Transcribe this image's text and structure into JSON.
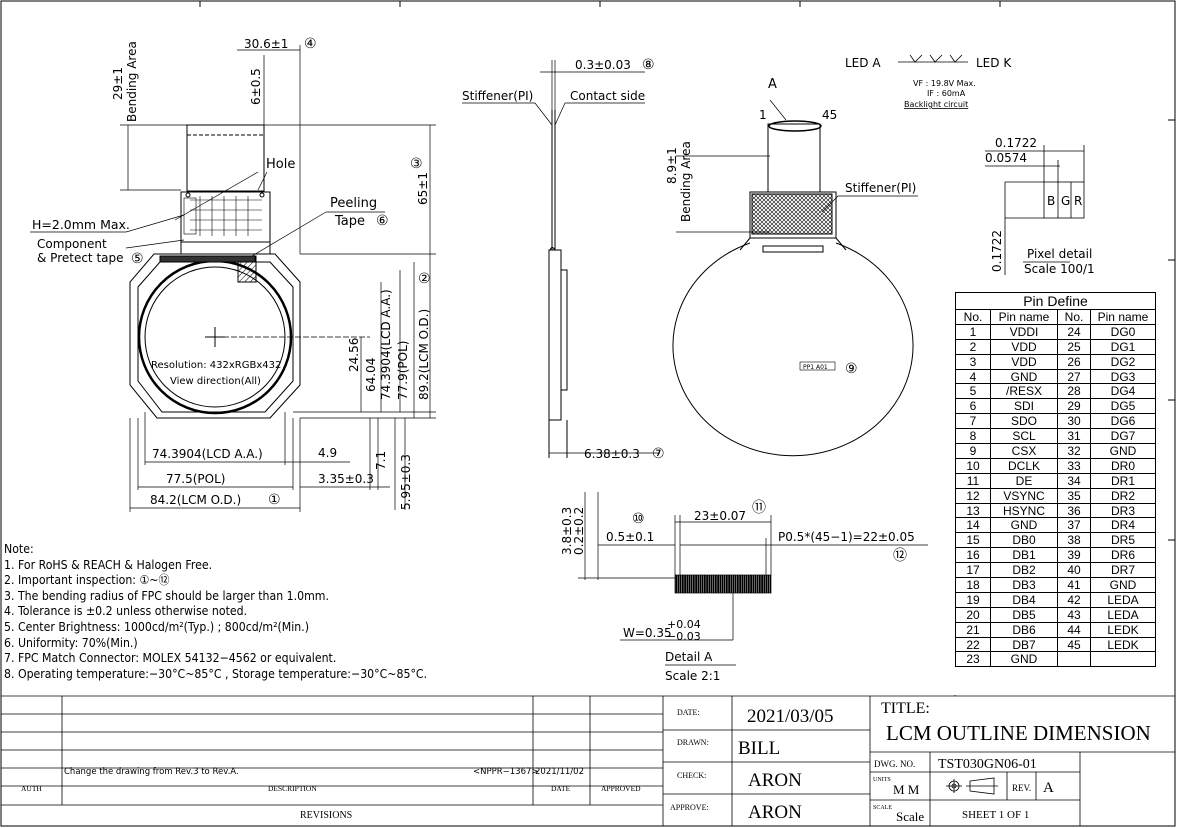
{
  "view1": {
    "dim_width_top": "30.6±1",
    "dim_width_top_ref": "④",
    "dim_bend": "29±1",
    "dim_bend_label": "Bending Area",
    "dim_fpc_offset": "6±0.5",
    "label_hole": "Hole",
    "dim_fpc_len": "65±1",
    "dim_fpc_len_ref": "③",
    "label_peeling_1": "Peeling",
    "label_peeling_2": "Tape",
    "label_peeling_ref": "⑥",
    "label_h": "H=2.0mm Max.",
    "label_component_1": "Component",
    "label_component_2": "& Pretect tape",
    "label_component_ref": "⑤",
    "resolution": "Resolution: 432xRGBx432",
    "view_direction": "View direction(All)",
    "dim_v_2456": "24.56",
    "dim_v_6404": "64.04",
    "dim_v_lcdaa": "74.3904(LCD A.A.)",
    "dim_v_pol": "77.9(POL)",
    "dim_v_lcmod": "89.2(LCM O.D.)",
    "dim_v_lcmod_ref": "②",
    "dim_h_lcdaa": "74.3904(LCD A.A.)",
    "dim_h_49": "4.9",
    "dim_h_71": "7.1",
    "dim_h_pol": "77.5(POL)",
    "dim_h_335": "3.35±0.3",
    "dim_h_595": "5.95±0.3",
    "dim_h_lcmod": "84.2(LCM O.D.)",
    "dim_h_lcmod_ref": "①"
  },
  "view2": {
    "dim_thick": "0.3±0.03",
    "dim_thick_ref": "⑧",
    "label_stiffener": "Stiffener(PI)",
    "label_contact": "Contact side",
    "dim_total": "6.38±0.3",
    "dim_total_ref": "⑦"
  },
  "view3": {
    "label_a": "A",
    "pin_1": "1",
    "pin_45": "45",
    "dim_bend": "8.9±1",
    "label_bend": "Bending Area",
    "label_stiffener": "Stiffener(PI)",
    "label_ref9": "⑨",
    "label_sticker": "PP1 A01"
  },
  "led": {
    "label": "LED A",
    "label_k": "LED K",
    "vf": "VF : 19.8V Max.",
    "if": "IF : 60mA",
    "circuit": "Backlight circuit"
  },
  "pixel": {
    "dim_w1": "0.1722",
    "dim_w2": "0.0574",
    "dim_h": "0.1722",
    "sub": [
      "B",
      "G",
      "R"
    ],
    "label": "Pixel detail",
    "scale": "Scale 100/1"
  },
  "detail_a": {
    "dim_38": "3.8±0.3",
    "dim_02": "0.2±0.2",
    "dim_05": "0.5±0.1",
    "ref10": "⑩",
    "dim_23": "23±0.07",
    "ref11": "⑪",
    "dim_pitch": "P0.5*(45−1)=22±0.05",
    "ref12": "⑫",
    "w_label": "W=0.35",
    "w_plus": "+0.04",
    "w_minus": "−0.03",
    "title": "Detail A",
    "scale": "Scale 2:1"
  },
  "pin_define": {
    "title": "Pin Define",
    "headers": [
      "No.",
      "Pin name",
      "No.",
      "Pin name"
    ],
    "rows": [
      [
        "1",
        "VDDI",
        "24",
        "DG0"
      ],
      [
        "2",
        "VDD",
        "25",
        "DG1"
      ],
      [
        "3",
        "VDD",
        "26",
        "DG2"
      ],
      [
        "4",
        "GND",
        "27",
        "DG3"
      ],
      [
        "5",
        "/RESX",
        "28",
        "DG4"
      ],
      [
        "6",
        "SDI",
        "29",
        "DG5"
      ],
      [
        "7",
        "SDO",
        "30",
        "DG6"
      ],
      [
        "8",
        "SCL",
        "31",
        "DG7"
      ],
      [
        "9",
        "CSX",
        "32",
        "GND"
      ],
      [
        "10",
        "DCLK",
        "33",
        "DR0"
      ],
      [
        "11",
        "DE",
        "34",
        "DR1"
      ],
      [
        "12",
        "VSYNC",
        "35",
        "DR2"
      ],
      [
        "13",
        "HSYNC",
        "36",
        "DR3"
      ],
      [
        "14",
        "GND",
        "37",
        "DR4"
      ],
      [
        "15",
        "DB0",
        "38",
        "DR5"
      ],
      [
        "16",
        "DB1",
        "39",
        "DR6"
      ],
      [
        "17",
        "DB2",
        "40",
        "DR7"
      ],
      [
        "18",
        "DB3",
        "41",
        "GND"
      ],
      [
        "19",
        "DB4",
        "42",
        "LEDA"
      ],
      [
        "20",
        "DB5",
        "43",
        "LEDA"
      ],
      [
        "21",
        "DB6",
        "44",
        "LEDK"
      ],
      [
        "22",
        "DB7",
        "45",
        "LEDK"
      ],
      [
        "23",
        "GND",
        "",
        ""
      ]
    ]
  },
  "notes": {
    "heading": "Note:",
    "items": [
      "1. For RoHS & REACH & Halogen Free.",
      "2. Important inspection: ①~⑫",
      "3. The bending radius of FPC should be larger than 1.0mm.",
      "4. Tolerance is ±0.2 unless otherwise noted.",
      "5. Center Brightness: 1000cd/m²(Typ.) ; 800cd/m²(Min.)",
      "6. Uniformity: 70%(Min.)",
      "7. FPC Match Connector: MOLEX 54132−4562 or equivalent.",
      "8. Operating temperature:−30°C~85°C , Storage temperature:−30°C~85°C."
    ]
  },
  "revisions": {
    "change_desc": "Change the drawing from Rev.3 to Rev.A.",
    "change_ref": "<NPPR−1367>",
    "change_date": "2021/11/02",
    "col_auth": "AUTH",
    "col_desc": "DESCRIPTION",
    "col_date": "DATE",
    "col_approved": "APPROVED",
    "footer": "REVISIONS"
  },
  "titleblock": {
    "date_label": "DATE:",
    "date": "2021/03/05",
    "drawn_label": "DRAWN:",
    "drawn": "BILL",
    "check_label": "CHECK:",
    "check": "ARON",
    "approve_label": "APPROVE:",
    "approve": "ARON",
    "title_label": "TITLE:",
    "title": "LCM OUTLINE DIMENSION",
    "dwg_label": "DWG. NO.",
    "dwg": "TST030GN06-01",
    "units_label": "UNITS",
    "units": "M M",
    "rev_label": "REV.",
    "rev": "A",
    "scale_label": "SCALE",
    "scale": "Scale",
    "sheet": "SHEET 1 OF 1"
  }
}
